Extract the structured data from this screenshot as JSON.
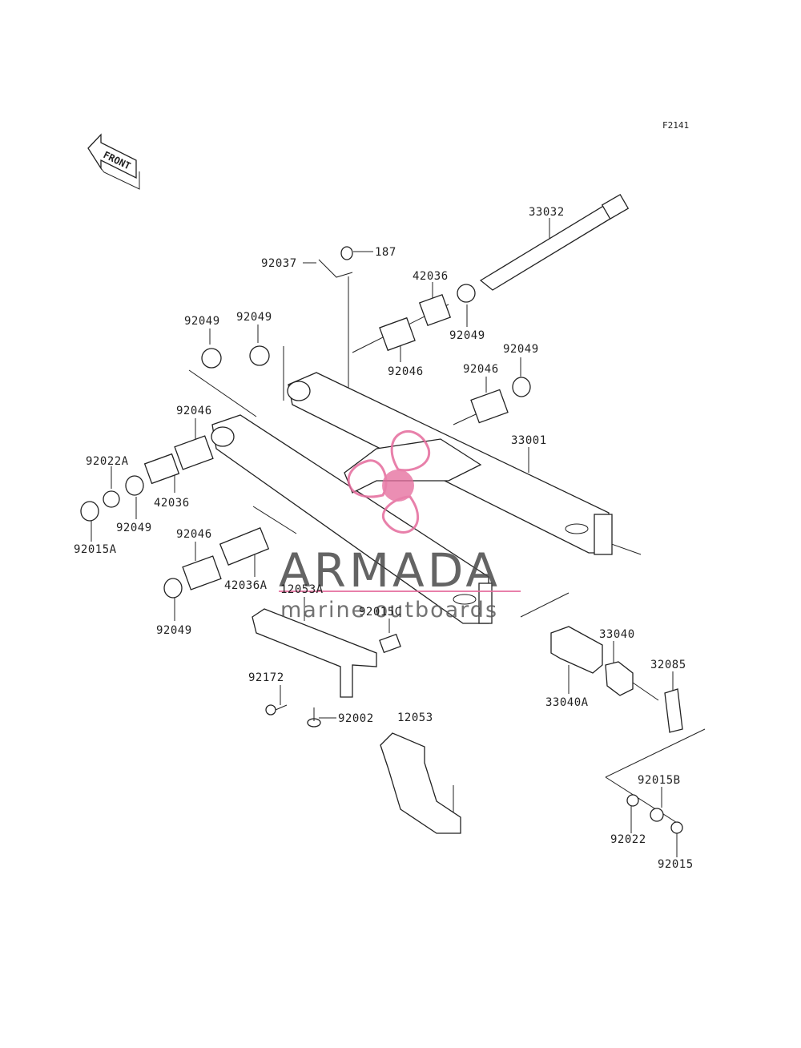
{
  "figure_code": "F2141",
  "front_label": "FRONT",
  "watermark": {
    "title": "ARMADA",
    "subtitle": "marine outboards",
    "accent_color": "#e46b9c"
  },
  "parts": [
    {
      "id": "33032",
      "label": "33032"
    },
    {
      "id": "187",
      "label": "187"
    },
    {
      "id": "92037",
      "label": "92037"
    },
    {
      "id": "42036-top",
      "label": "42036"
    },
    {
      "id": "92049-a",
      "label": "92049"
    },
    {
      "id": "92049-b",
      "label": "92049"
    },
    {
      "id": "92049-c",
      "label": "92049"
    },
    {
      "id": "92046-a",
      "label": "92046"
    },
    {
      "id": "92049-d",
      "label": "92049"
    },
    {
      "id": "92046-b",
      "label": "92046"
    },
    {
      "id": "92046-c",
      "label": "92046"
    },
    {
      "id": "33001",
      "label": "33001"
    },
    {
      "id": "92022A",
      "label": "92022A"
    },
    {
      "id": "42036-mid",
      "label": "42036"
    },
    {
      "id": "92049-e",
      "label": "92049"
    },
    {
      "id": "92015A",
      "label": "92015A"
    },
    {
      "id": "92046-d",
      "label": "92046"
    },
    {
      "id": "42036A",
      "label": "42036A"
    },
    {
      "id": "12053A",
      "label": "12053A"
    },
    {
      "id": "92015C",
      "label": "92015C"
    },
    {
      "id": "92049-f",
      "label": "92049"
    },
    {
      "id": "33040",
      "label": "33040"
    },
    {
      "id": "32085",
      "label": "32085"
    },
    {
      "id": "33040A",
      "label": "33040A"
    },
    {
      "id": "92172",
      "label": "92172"
    },
    {
      "id": "92002",
      "label": "92002"
    },
    {
      "id": "12053",
      "label": "12053"
    },
    {
      "id": "92015B",
      "label": "92015B"
    },
    {
      "id": "92022",
      "label": "92022"
    },
    {
      "id": "92015",
      "label": "92015"
    }
  ]
}
